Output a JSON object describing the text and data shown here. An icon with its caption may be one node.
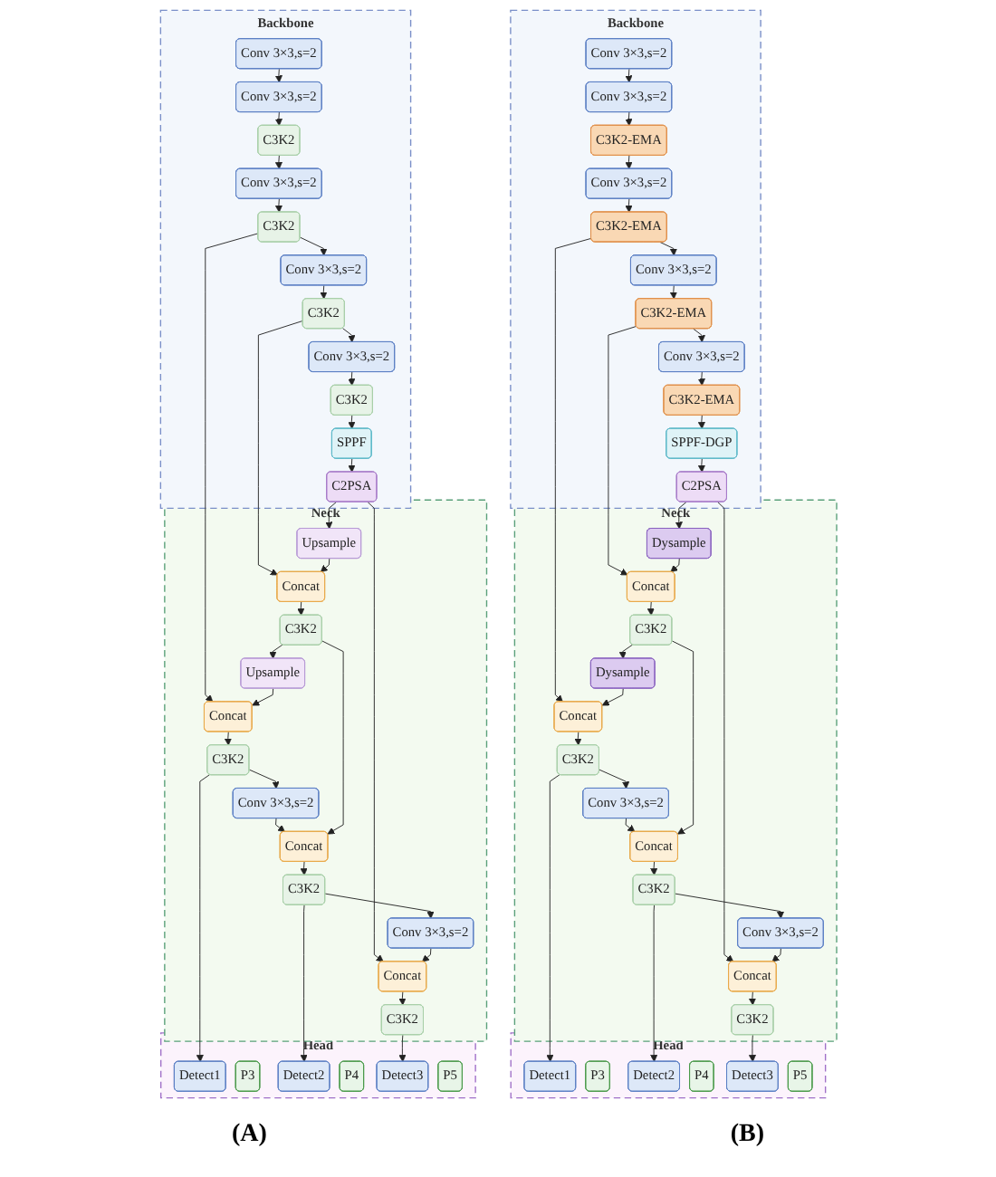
{
  "diagram": {
    "nodes": [
      {
        "text": [
          "Backbone"
        ]
      },
      {
        "text": [
          "Conv 3×3,s=2"
        ],
        "in": 0
      },
      {
        "text": [
          "Conv 3×3,s=2"
        ],
        "in": 0
      },
      {
        "text": [
          "C3K2"
        ],
        "in": 0
      },
      {
        "text": [
          "Conv 3×3,s=2"
        ],
        "in": 0
      },
      {
        "text": [
          "C3K2"
        ],
        "in": 0
      },
      {
        "text": [
          "Conv 3×3,s=2"
        ],
        "in": 0
      },
      {
        "text": [
          "C3K2"
        ],
        "in": 0
      },
      {
        "text": [
          "Conv 3×3,s=2"
        ],
        "in": 0
      },
      {
        "text": [
          "C3K2"
        ],
        "in": 0
      },
      {
        "text": [
          "SPPF"
        ],
        "in": 0
      },
      {
        "text": [
          "C2PSA"
        ],
        "in": 0
      },
      {
        "text": [
          "Neck"
        ]
      },
      {
        "text": [
          "C3K2"
        ],
        "in": 12
      },
      {
        "text": [
          "Concat"
        ],
        "in": 12
      },
      {
        "text": [
          "Upsample"
        ],
        "in": 12
      },
      {
        "text": [
          "Conv 3×3,s=2"
        ],
        "in": 12
      },
      {
        "text": [
          "C3K2"
        ],
        "in": 12
      },
      {
        "text": [
          "Concat"
        ],
        "in": 12
      },
      {
        "text": [
          "Concat"
        ],
        "in": 12
      },
      {
        "text": [
          "C3K2"
        ],
        "in": 12
      },
      {
        "text": [
          "Upsample"
        ],
        "in": 12
      },
      {
        "text": [
          "Conv 3×3,s=2"
        ],
        "in": 12
      },
      {
        "text": [
          "Concat"
        ],
        "in": 12
      },
      {
        "text": [
          "C3K2"
        ],
        "in": 12
      },
      {
        "text": [
          "Head"
        ]
      },
      {
        "text": [
          "Detect1"
        ],
        "in": 25
      },
      {
        "text": [
          "P3"
        ],
        "in": 25
      },
      {
        "text": [
          "Detect2"
        ],
        "in": 25
      },
      {
        "text": [
          "P4"
        ],
        "in": 25
      },
      {
        "text": [
          "Detect3"
        ],
        "in": 25
      },
      {
        "text": [
          "P5"
        ],
        "in": 25
      },
      {
        "text": [
          "Backbone"
        ]
      },
      {
        "text": [
          "Conv 3×3,s=2"
        ],
        "in": 32
      },
      {
        "text": [
          "Conv 3×3,s=2"
        ],
        "in": 32
      },
      {
        "text": [
          "C3K2-EMA"
        ],
        "in": 32
      },
      {
        "text": [
          "Conv 3×3,s=2"
        ],
        "in": 32
      },
      {
        "text": [
          "C3K2-EMA"
        ],
        "in": 32
      },
      {
        "text": [
          "Conv 3×3,s=2"
        ],
        "in": 32
      },
      {
        "text": [
          "C3K2-EMA"
        ],
        "in": 32
      },
      {
        "text": [
          "Conv 3×3,s=2"
        ],
        "in": 32
      },
      {
        "text": [
          "C3K2-EMA"
        ],
        "in": 32
      },
      {
        "text": [
          "SPPF-DGP"
        ],
        "in": 32
      },
      {
        "text": [
          "C2PSA"
        ],
        "in": 32
      },
      {
        "text": [
          "Neck"
        ]
      },
      {
        "text": [
          "C3K2"
        ],
        "in": 44
      },
      {
        "text": [
          "Concat"
        ],
        "in": 44
      },
      {
        "text": [
          "Dysample"
        ],
        "in": 44
      },
      {
        "text": [
          "Conv 3×3,s=2"
        ],
        "in": 44
      },
      {
        "text": [
          "C3K2"
        ],
        "in": 44
      },
      {
        "text": [
          "Concat"
        ],
        "in": 44
      },
      {
        "text": [
          "Concat"
        ],
        "in": 44
      },
      {
        "text": [
          "C3K2"
        ],
        "in": 44
      },
      {
        "text": [
          "Dysample"
        ],
        "in": 44
      },
      {
        "text": [
          "Conv 3×3,s=2"
        ],
        "in": 44
      },
      {
        "text": [
          "Concat"
        ],
        "in": 44
      },
      {
        "text": [
          "C3K2"
        ],
        "in": 44
      },
      {
        "text": [
          "Head"
        ]
      },
      {
        "text": [
          "Detect1"
        ],
        "in": 57
      },
      {
        "text": [
          "P3"
        ],
        "in": 57
      },
      {
        "text": [
          "Detect2"
        ],
        "in": 57
      },
      {
        "text": [
          "P4"
        ],
        "in": 57
      },
      {
        "text": [
          "Detect3"
        ],
        "in": 57
      },
      {
        "text": [
          "P5"
        ],
        "in": 57
      }
    ],
    "edges": [
      {
        "from": 1,
        "to": 2,
        "arrow": "to"
      },
      {
        "from": 2,
        "to": 3,
        "arrow": "to"
      },
      {
        "from": 3,
        "to": 4,
        "arrow": "to"
      },
      {
        "from": 4,
        "to": 5,
        "arrow": "to"
      },
      {
        "from": 5,
        "to": 6,
        "arrow": "to"
      },
      {
        "from": 6,
        "to": 7,
        "arrow": "to"
      },
      {
        "from": 7,
        "to": 8,
        "arrow": "to"
      },
      {
        "from": 8,
        "to": 9,
        "arrow": "to"
      },
      {
        "from": 9,
        "to": 10,
        "arrow": "to"
      },
      {
        "from": 10,
        "to": 11,
        "arrow": "to"
      },
      {
        "from": 5,
        "to": 14,
        "arrow": "to"
      },
      {
        "from": 7,
        "to": 19,
        "arrow": "to"
      },
      {
        "from": 11,
        "to": 21,
        "arrow": "to"
      },
      {
        "from": 11,
        "to": 23,
        "arrow": "to"
      },
      {
        "from": 21,
        "to": 19,
        "arrow": "to"
      },
      {
        "from": 19,
        "to": 17,
        "arrow": "to"
      },
      {
        "from": 17,
        "to": 15,
        "arrow": "to"
      },
      {
        "from": 15,
        "to": 14,
        "arrow": "to"
      },
      {
        "from": 14,
        "to": 13,
        "arrow": "to"
      },
      {
        "from": 13,
        "to": 26,
        "arrow": "to"
      },
      {
        "from": 13,
        "to": 16,
        "arrow": "to"
      },
      {
        "from": 16,
        "to": 18,
        "arrow": "to"
      },
      {
        "from": 17,
        "to": 18,
        "arrow": "to"
      },
      {
        "from": 18,
        "to": 20,
        "arrow": "to"
      },
      {
        "from": 20,
        "to": 28,
        "arrow": "to"
      },
      {
        "from": 20,
        "to": 22,
        "arrow": "to"
      },
      {
        "from": 22,
        "to": 23,
        "arrow": "to"
      },
      {
        "from": 23,
        "to": 24,
        "arrow": "to"
      },
      {
        "from": 24,
        "to": 30,
        "arrow": "to"
      },
      {
        "from": 33,
        "to": 34,
        "arrow": "to"
      },
      {
        "from": 34,
        "to": 35,
        "arrow": "to"
      },
      {
        "from": 35,
        "to": 36,
        "arrow": "to"
      },
      {
        "from": 36,
        "to": 37,
        "arrow": "to"
      },
      {
        "from": 37,
        "to": 38,
        "arrow": "to"
      },
      {
        "from": 38,
        "to": 39,
        "arrow": "to"
      },
      {
        "from": 39,
        "to": 40,
        "arrow": "to"
      },
      {
        "from": 40,
        "to": 41,
        "arrow": "to"
      },
      {
        "from": 41,
        "to": 42,
        "arrow": "to"
      },
      {
        "from": 42,
        "to": 43,
        "arrow": "to"
      },
      {
        "from": 37,
        "to": 46,
        "arrow": "to"
      },
      {
        "from": 39,
        "to": 51,
        "arrow": "to"
      },
      {
        "from": 43,
        "to": 53,
        "arrow": "to"
      },
      {
        "from": 43,
        "to": 55,
        "arrow": "to"
      },
      {
        "from": 53,
        "to": 51,
        "arrow": "to"
      },
      {
        "from": 51,
        "to": 49,
        "arrow": "to"
      },
      {
        "from": 49,
        "to": 47,
        "arrow": "to"
      },
      {
        "from": 47,
        "to": 46,
        "arrow": "to"
      },
      {
        "from": 46,
        "to": 45,
        "arrow": "to"
      },
      {
        "from": 45,
        "to": 58,
        "arrow": "to"
      },
      {
        "from": 45,
        "to": 48,
        "arrow": "to"
      },
      {
        "from": 48,
        "to": 50,
        "arrow": "to"
      },
      {
        "from": 49,
        "to": 50,
        "arrow": "to"
      },
      {
        "from": 50,
        "to": 52,
        "arrow": "to"
      },
      {
        "from": 52,
        "to": 60,
        "arrow": "to"
      },
      {
        "from": 52,
        "to": 54,
        "arrow": "to"
      },
      {
        "from": 54,
        "to": 55,
        "arrow": "to"
      },
      {
        "from": 55,
        "to": 56,
        "arrow": "to"
      },
      {
        "from": 56,
        "to": 62,
        "arrow": "to"
      }
    ],
    "labels": [
      "(A)",
      "(B)"
    ]
  }
}
